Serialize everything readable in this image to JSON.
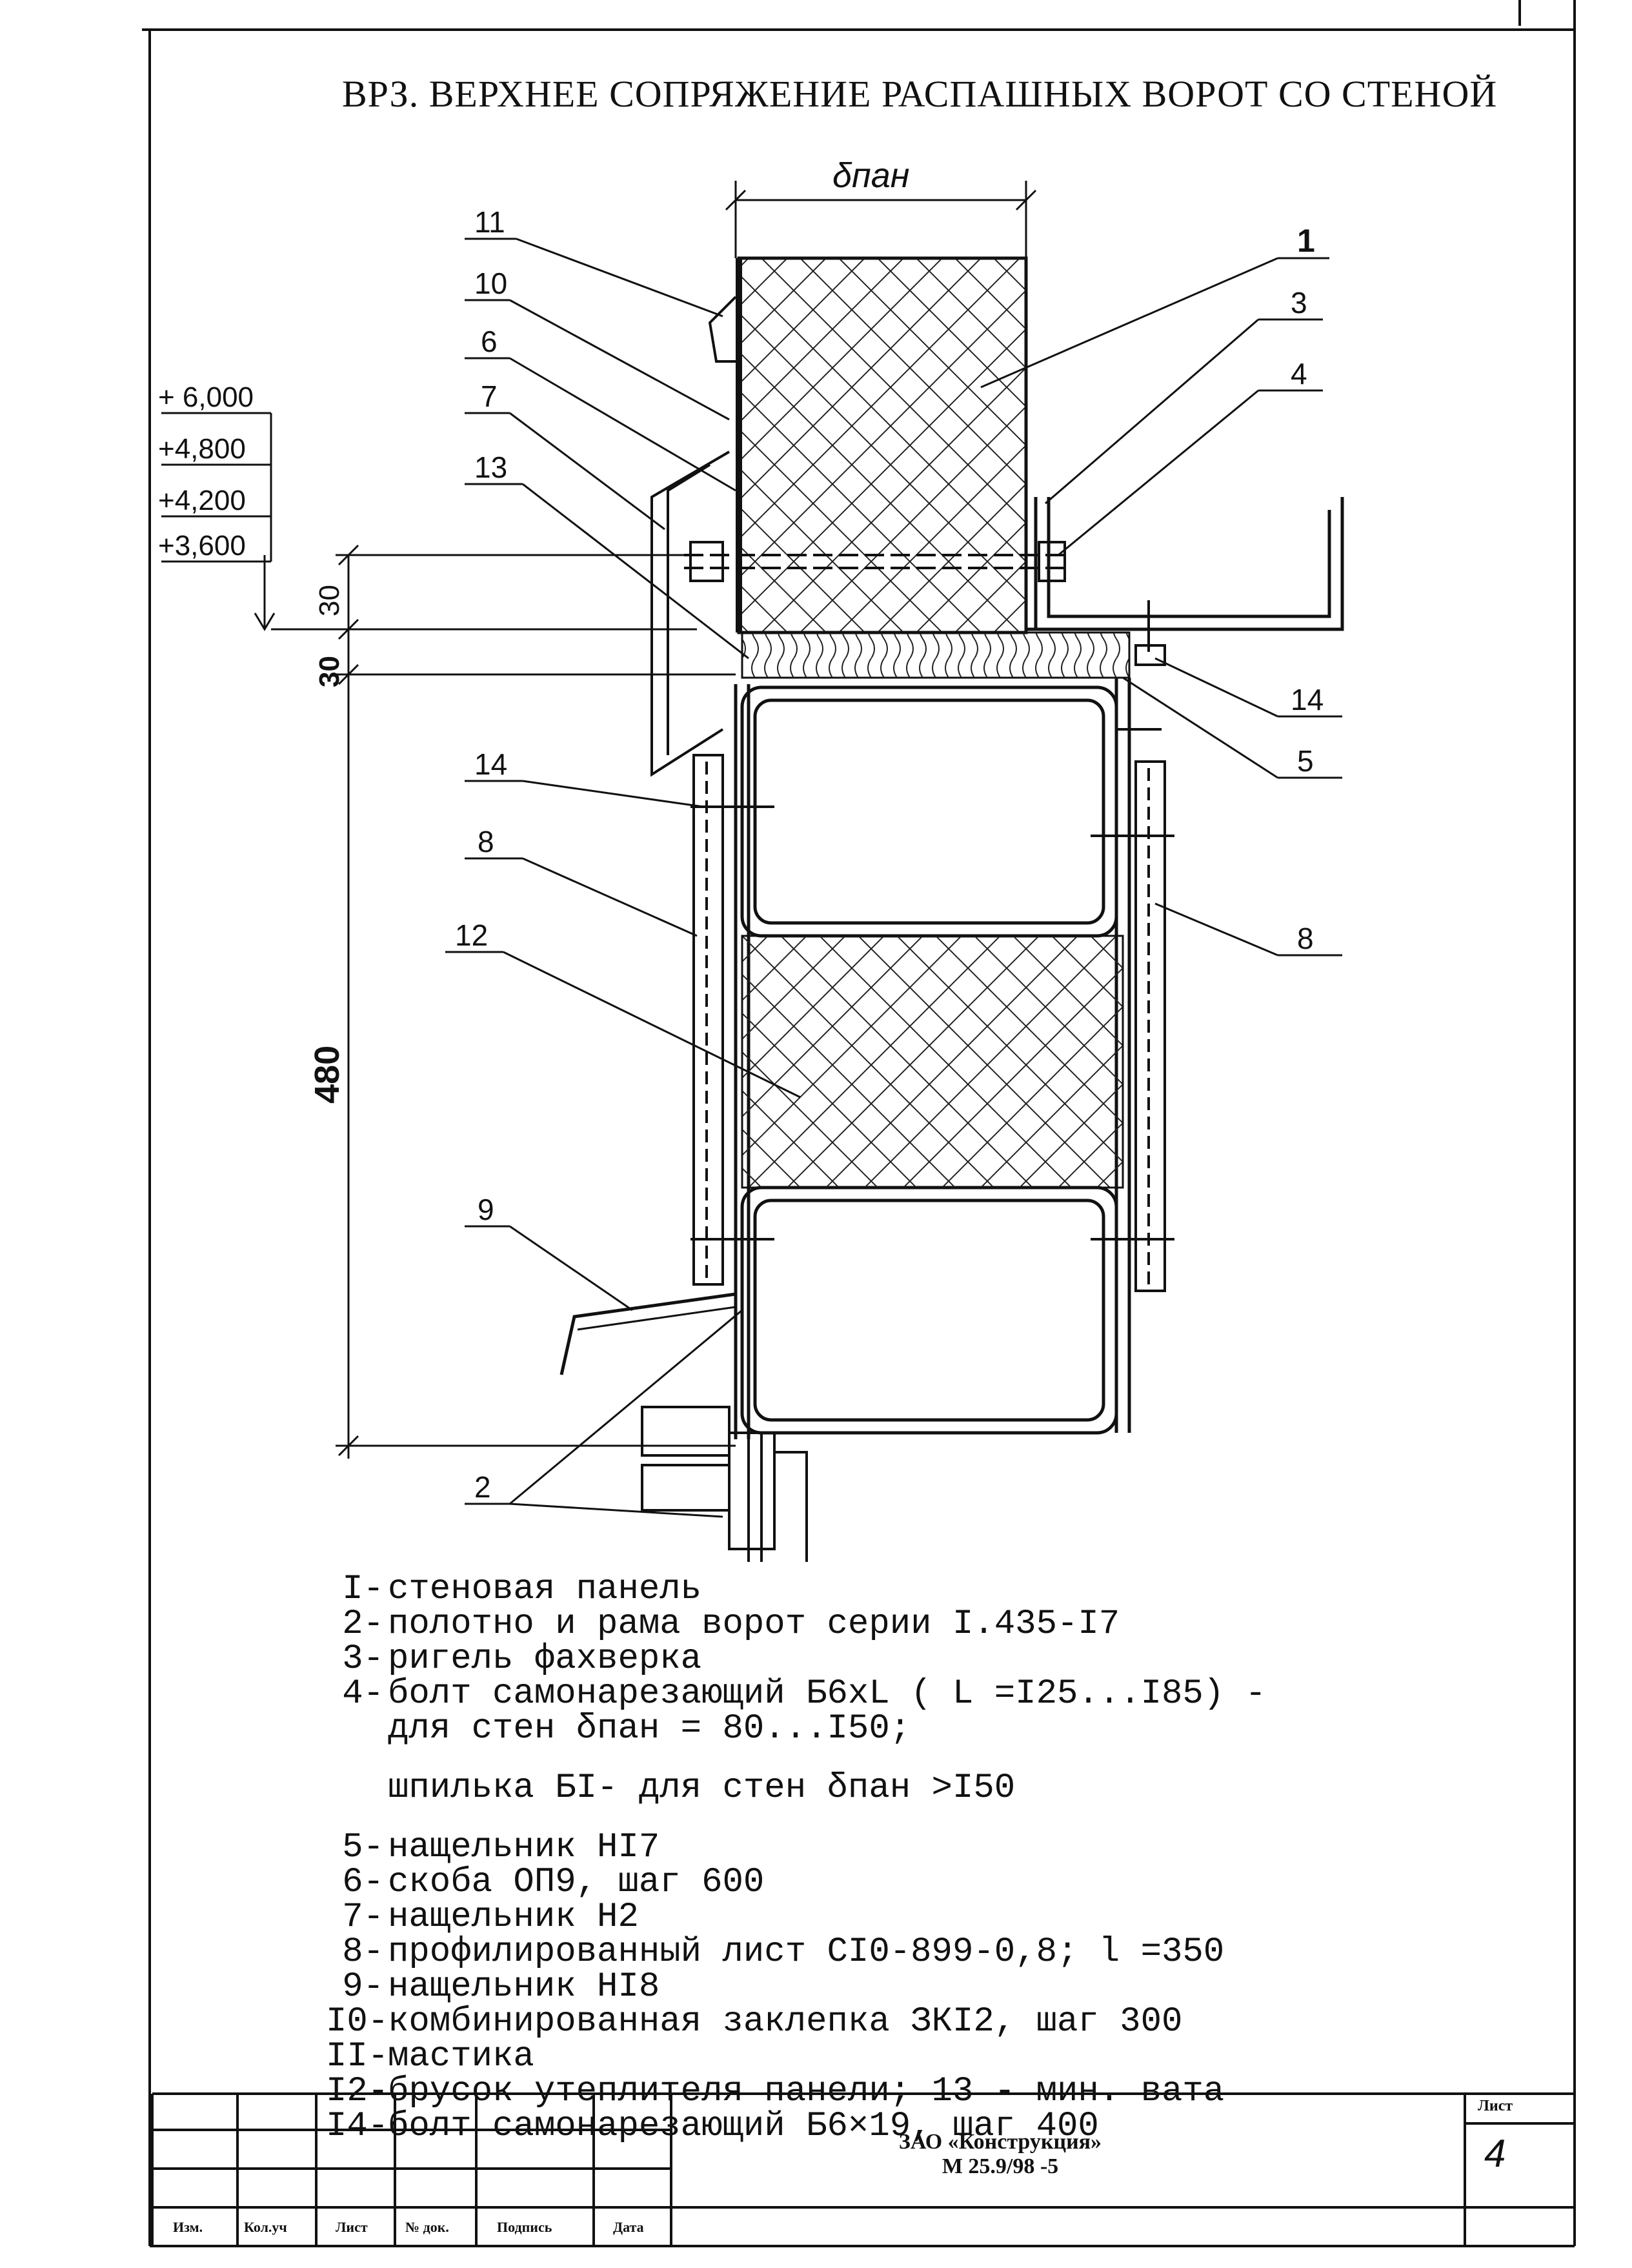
{
  "title": "ВРЗ. ВЕРХНЕЕ СОПРЯЖЕНИЕ РАСПАШНЫХ ВОРОТ СО СТЕНОЙ",
  "dimension_top": "δпан",
  "elevations": [
    "+ 6,000",
    "+4,800",
    "+4,200",
    "+3,600"
  ],
  "dims": {
    "d30a": "30",
    "d30b": "30",
    "d480": "480"
  },
  "callouts": {
    "c11": "11",
    "c10": "10",
    "c6": "6",
    "c7": "7",
    "c13": "13",
    "c14l": "14",
    "c8l": "8",
    "c12": "12",
    "c9": "9",
    "c2": "2",
    "c1": "1",
    "c3": "3",
    "c4": "4",
    "c14r": "14",
    "c5": "5",
    "c8r": "8"
  },
  "legend": [
    {
      "num": "I-",
      "text": "стеновая панель"
    },
    {
      "num": "2-",
      "text": "полотно и рама ворот серии I.435-I7"
    },
    {
      "num": "3-",
      "text": "ригель фахверка"
    },
    {
      "num": "4-",
      "text": "болт самонарезающий Б6хL ( L =I25...I85) -"
    },
    {
      "num": "",
      "text": "для стен δпан = 80...I50;"
    },
    {
      "num": "",
      "text": "шпилька БI- для стен  δпан >I50"
    },
    {
      "num": "5-",
      "text": "нащельник HI7"
    },
    {
      "num": "6-",
      "text": "скоба ОП9, шаг 600"
    },
    {
      "num": "7-",
      "text": "нащельник H2"
    },
    {
      "num": "8-",
      "text": "профилированный лист СI0-899-0,8; l =350"
    },
    {
      "num": "9-",
      "text": "нащельник HI8"
    },
    {
      "num": "I0-",
      "text": "комбинированная заклепка ЗКI2, шаг 300"
    },
    {
      "num": "II-",
      "text": "мастика"
    },
    {
      "num": "I2-",
      "text": "брусок утеплителя панели; 13 - мин. вата"
    },
    {
      "num": "I4-",
      "text": "болт самонарезающий Б6×19, шаг 400"
    }
  ],
  "stamp": {
    "columns": [
      "Изм.",
      "Кол.уч",
      "Лист",
      "№ док.",
      "Подпись",
      "Дата"
    ],
    "organization": "ЗАО «Конструкция»",
    "code": "М 25.9/98 -5",
    "sheet_label": "Лист",
    "sheet_number": "4"
  }
}
